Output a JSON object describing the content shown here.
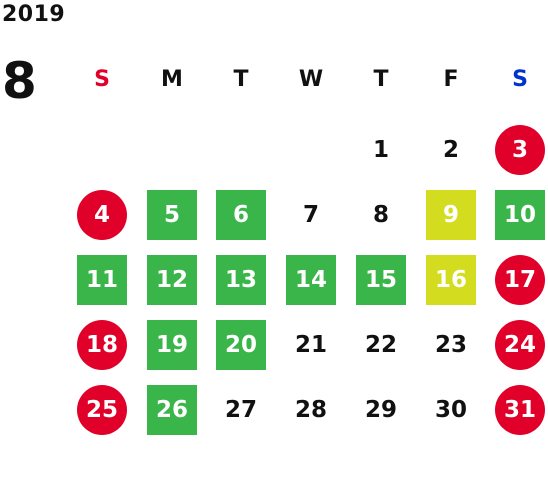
{
  "calendar": {
    "year": "2019",
    "month": "8",
    "colors": {
      "holiday": "#e0002a",
      "green": "#3ab54a",
      "yellow": "#d4dc1f",
      "plain": "#111111",
      "sunday_header": "#e0002a",
      "saturday_header": "#0033cc"
    },
    "weekdays": [
      {
        "label": "S",
        "kind": "sunday"
      },
      {
        "label": "M",
        "kind": "weekday"
      },
      {
        "label": "T",
        "kind": "weekday"
      },
      {
        "label": "W",
        "kind": "weekday"
      },
      {
        "label": "T",
        "kind": "weekday"
      },
      {
        "label": "F",
        "kind": "weekday"
      },
      {
        "label": "S",
        "kind": "saturday"
      }
    ],
    "first_weekday_index": 4,
    "days": [
      {
        "day": "1",
        "style": "plain"
      },
      {
        "day": "2",
        "style": "plain"
      },
      {
        "day": "3",
        "style": "holiday"
      },
      {
        "day": "4",
        "style": "holiday"
      },
      {
        "day": "5",
        "style": "green"
      },
      {
        "day": "6",
        "style": "green"
      },
      {
        "day": "7",
        "style": "plain"
      },
      {
        "day": "8",
        "style": "plain"
      },
      {
        "day": "9",
        "style": "yellow"
      },
      {
        "day": "10",
        "style": "green"
      },
      {
        "day": "11",
        "style": "green"
      },
      {
        "day": "12",
        "style": "green"
      },
      {
        "day": "13",
        "style": "green"
      },
      {
        "day": "14",
        "style": "green"
      },
      {
        "day": "15",
        "style": "green"
      },
      {
        "day": "16",
        "style": "yellow"
      },
      {
        "day": "17",
        "style": "holiday"
      },
      {
        "day": "18",
        "style": "holiday"
      },
      {
        "day": "19",
        "style": "green"
      },
      {
        "day": "20",
        "style": "green"
      },
      {
        "day": "21",
        "style": "plain"
      },
      {
        "day": "22",
        "style": "plain"
      },
      {
        "day": "23",
        "style": "plain"
      },
      {
        "day": "24",
        "style": "holiday"
      },
      {
        "day": "25",
        "style": "holiday"
      },
      {
        "day": "26",
        "style": "green"
      },
      {
        "day": "27",
        "style": "plain"
      },
      {
        "day": "28",
        "style": "plain"
      },
      {
        "day": "29",
        "style": "plain"
      },
      {
        "day": "30",
        "style": "plain"
      },
      {
        "day": "31",
        "style": "holiday"
      }
    ]
  }
}
